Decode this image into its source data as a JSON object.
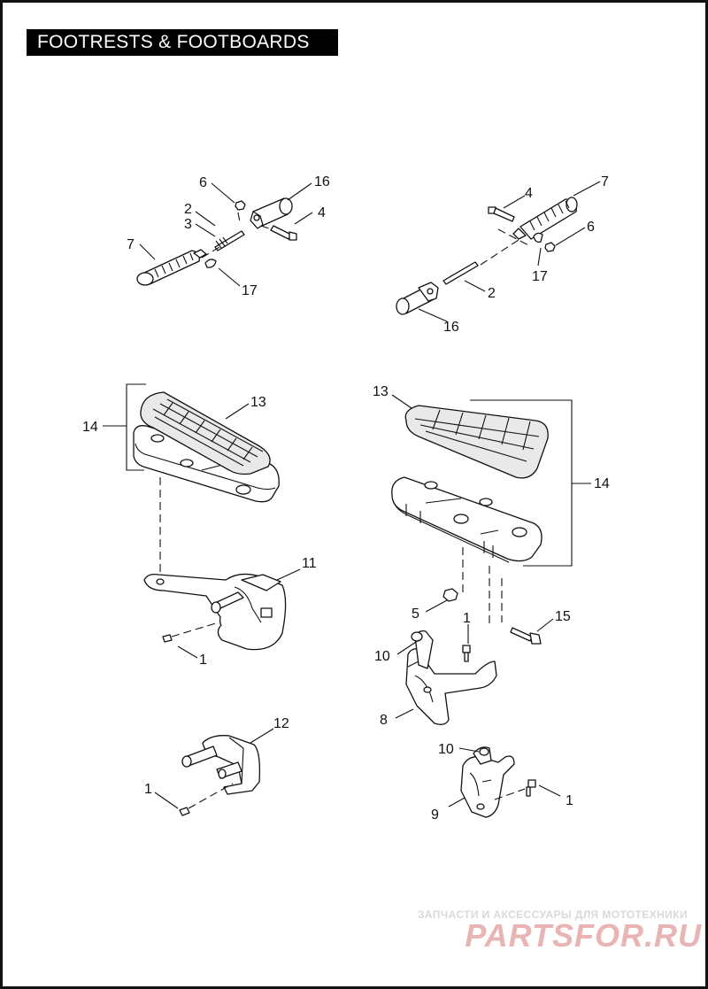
{
  "page": {
    "title": "FOOTRESTS & FOOTBOARDS"
  },
  "callouts": {
    "c1": "6",
    "c2": "16",
    "c3": "2",
    "c4": "3",
    "c5": "4",
    "c6": "7",
    "c7": "17",
    "c8": "4",
    "c9": "7",
    "c10": "6",
    "c11": "17",
    "c12": "2",
    "c13": "16",
    "c14": "13",
    "c15": "14",
    "c16": "13",
    "c17": "14",
    "c18": "11",
    "c19": "1",
    "c20": "5",
    "c21": "15",
    "c22": "1",
    "c23": "10",
    "c24": "8",
    "c25": "12",
    "c26": "1",
    "c27": "10",
    "c28": "9",
    "c29": "1"
  },
  "watermark": {
    "tagline": "ЗАПЧАСТИ И АКСЕССУАРЫ ДЛЯ МОТОТЕХНИКИ",
    "logo": "PARTSFOR.RU",
    "logo_color": "#e8b4b4"
  }
}
